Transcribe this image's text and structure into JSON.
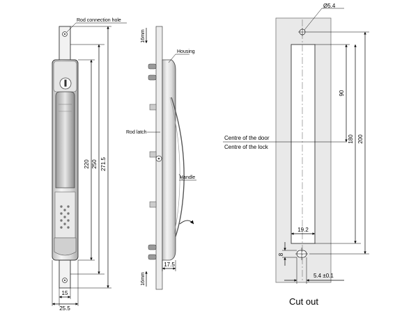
{
  "front_view": {
    "rod_connection_hole": "Rod connection hole",
    "dim_220": "220",
    "dim_250": "250",
    "dim_271_5": "271.5",
    "dim_15": "15",
    "dim_25_5": "25.5"
  },
  "side_view": {
    "housing": "Housing",
    "rod_latch": "Rod latch",
    "handle": "Handle",
    "dim_16mm_top": "16mm",
    "dim_16mm_bottom": "16mm",
    "dim_17_5": "17.5"
  },
  "cutout_view": {
    "hole_diameter": "Ø5.4",
    "dim_90": "90",
    "dim_180": "180",
    "dim_200": "200",
    "centre_of_door": "Centre of the door",
    "centre_of_lock": "Centre of the lock",
    "dim_19_2": "19.2",
    "dim_8": "8",
    "dim_5_4_tol": "5.4 ±0.1",
    "caption": "Cut out"
  }
}
